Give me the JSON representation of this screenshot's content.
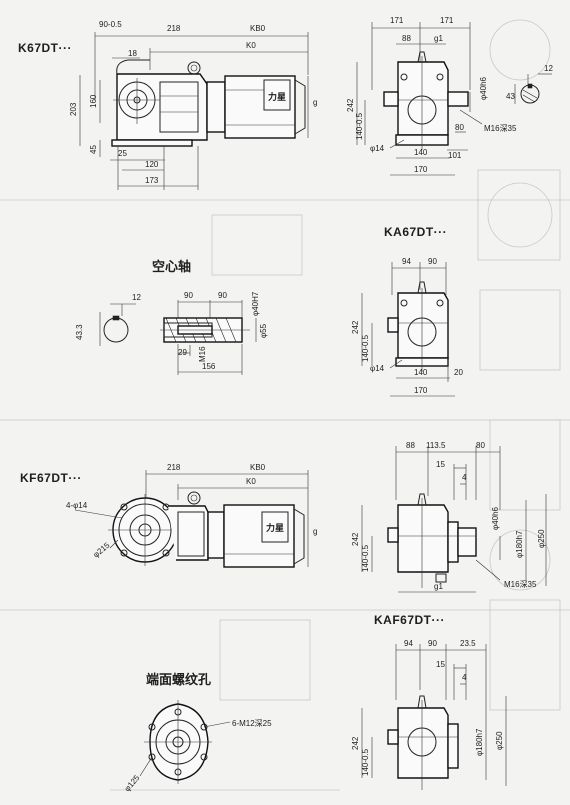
{
  "titles": {
    "k67": "K67DT···",
    "ka67": "KA67DT···",
    "kf67": "KF67DT···",
    "kaf67": "KAF67DT···",
    "hollow_shaft": "空心轴",
    "end_thread": "端面螺纹孔"
  },
  "brand": "力星",
  "k67_dims": {
    "tol": "90-0.5",
    "d218": "218",
    "kb0": "KB0",
    "k0": "K0",
    "d18": "18",
    "d203": "203",
    "d160": "160",
    "d45": "45",
    "d25": "25",
    "d120": "120",
    "d173": "173",
    "g": "g"
  },
  "k67_side": {
    "d171a": "171",
    "d171b": "171",
    "d88": "88",
    "g1": "g1",
    "d242": "242",
    "tol140": "140-0.5",
    "phi40": "φ40h6",
    "d43": "43",
    "d12": "12",
    "d80": "80",
    "m16": "M16深35",
    "phi14": "φ14",
    "d140": "140",
    "d101": "101",
    "d170": "170"
  },
  "ka67_side": {
    "d94": "94",
    "d90": "90",
    "d242": "242",
    "tol140": "140-0.5",
    "phi14": "φ14",
    "d140": "140",
    "d20": "20",
    "d170": "170"
  },
  "hollow": {
    "d12": "12",
    "d433": "43.3",
    "d90a": "90",
    "d90b": "90",
    "phi40": "φ40H7",
    "phi55": "φ55",
    "d29": "29",
    "m16": "M16",
    "d156": "156"
  },
  "kf67_dims": {
    "d218": "218",
    "kb0": "KB0",
    "k0": "K0",
    "holes": "4-φ14",
    "phi215": "φ215",
    "g": "g"
  },
  "kf67_side": {
    "d88": "88",
    "d1135": "113.5",
    "d80": "80",
    "d15": "15",
    "d4": "4",
    "phi40": "φ40h6",
    "phi180": "φ180h7",
    "phi250": "φ250",
    "d242": "242",
    "tol140": "140-0.5",
    "g1": "g1",
    "m16": "M16深35"
  },
  "kaf67_side": {
    "d94": "94",
    "d90": "90",
    "d235": "23.5",
    "d15": "15",
    "d4": "4",
    "phi180": "φ180h7",
    "phi250": "φ250",
    "d242": "242",
    "tol140": "140-0.5"
  },
  "end_face": {
    "m12": "6-M12深25",
    "phi125": "φ125"
  }
}
